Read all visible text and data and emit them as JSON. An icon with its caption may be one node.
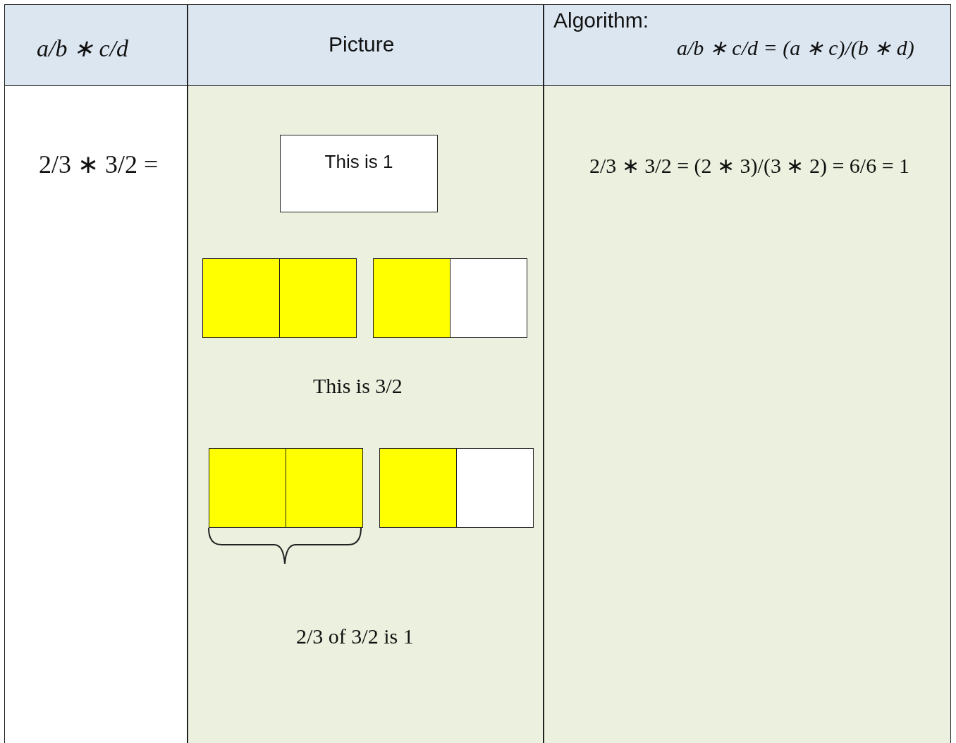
{
  "diagram": {
    "nodes": [
      {
        "text": [
          "This is 1"
        ]
      },
      {
        "text": [],
        "shape": "box"
      },
      {
        "text": [],
        "shape": "box"
      },
      {
        "text": [],
        "shape": "box"
      },
      {
        "text": [],
        "shape": "box"
      },
      {
        "text": [],
        "shape": "box"
      },
      {
        "text": [],
        "shape": "box"
      },
      {
        "text": [],
        "shape": "box"
      },
      {
        "text": [],
        "shape": "box"
      }
    ],
    "labels": [
      "a/b ∗ c/d",
      "Picture",
      "Algorithm:",
      "a/b ∗ c/d = (a ∗ c)/(b ∗ d)",
      "2/3 ∗ 3/2 =",
      "This is 3/2",
      "2/3 of 3/2 is 1",
      "2/3 ∗ 3/2 = (2 ∗ 3)/(3 ∗ 2) = 6/6 = 1"
    ]
  }
}
